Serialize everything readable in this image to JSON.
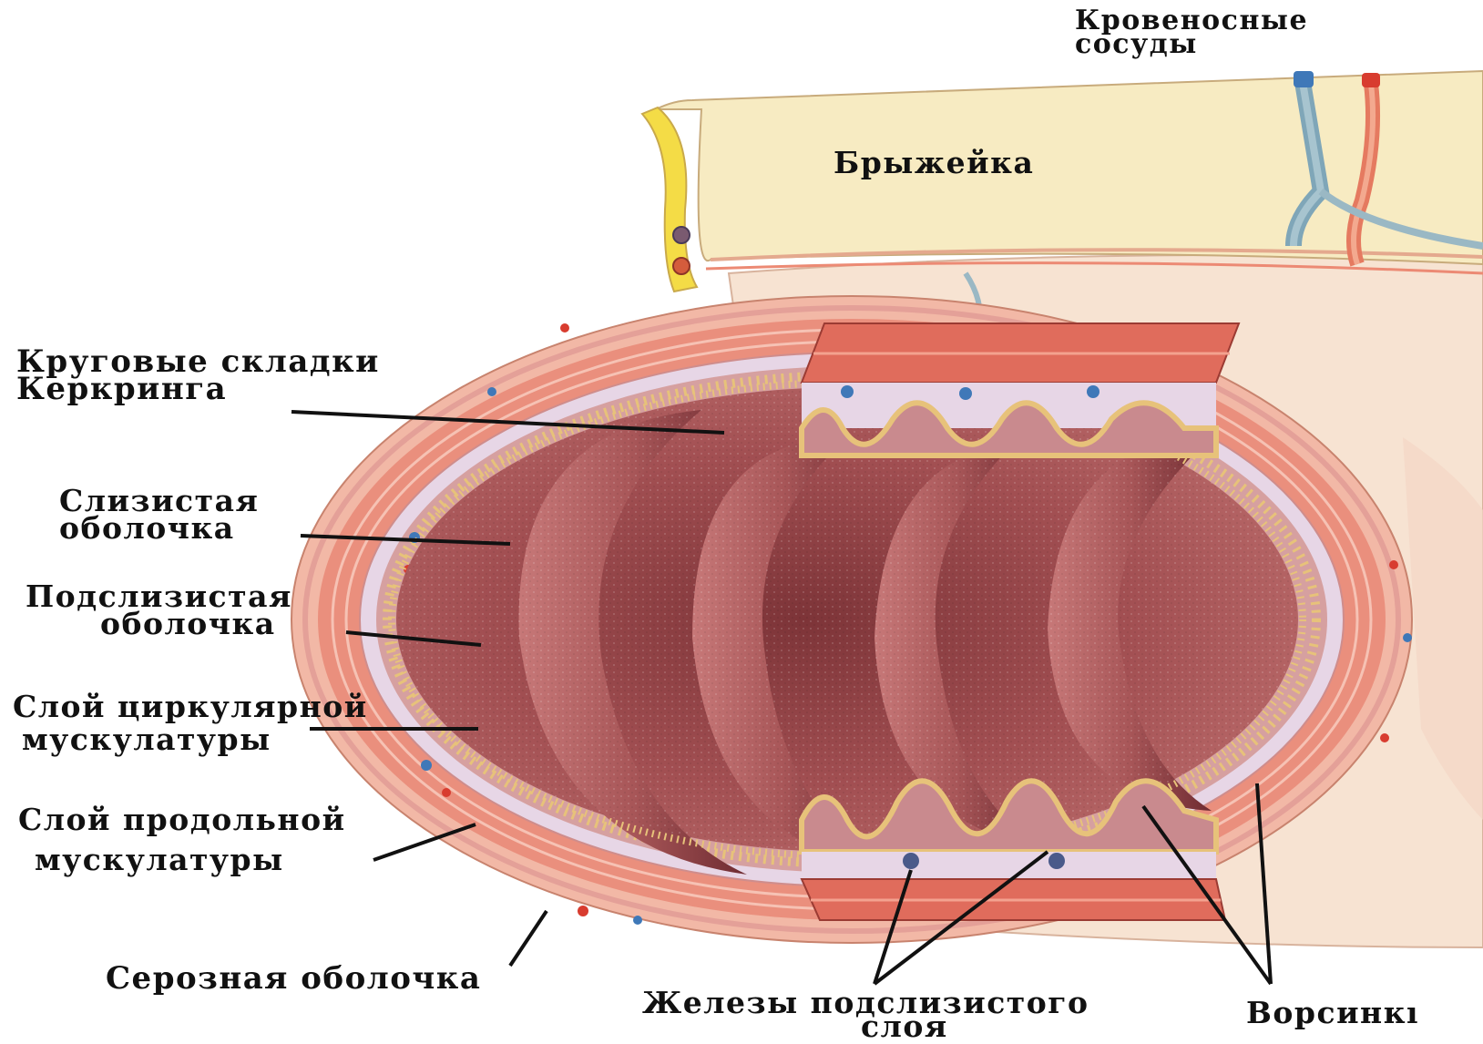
{
  "labels": {
    "blood_vessels": [
      "Кровеносные",
      "сосуды"
    ],
    "mesentery": "Брыжейка",
    "circular_folds": [
      "Круговые складки",
      "Керкринга"
    ],
    "mucosa": [
      "Слизистая",
      "оболочка"
    ],
    "submucosa": [
      "Подслизистая",
      "оболочка"
    ],
    "circular_muscle": [
      "Слой циркулярной",
      "мускулатуры"
    ],
    "longitudinal_muscle": [
      "Слой продольной",
      "мускулатуры"
    ],
    "serosa": "Серозная оболочка",
    "submucosal_glands": [
      "Железы подслизистого",
      "слоя"
    ],
    "villi": "Ворсинкı"
  },
  "colors": {
    "wall": "#e88a7a",
    "wall_light": "#f6c2b4",
    "submucosa": "#e7d6e6",
    "lumen": "#9b4a4c",
    "lumen_dark": "#6d2a31",
    "mesentery": "#f7ebc2",
    "fat": "#f4dc46",
    "vein": "#3f78b8",
    "artery": "#d83c2f"
  }
}
